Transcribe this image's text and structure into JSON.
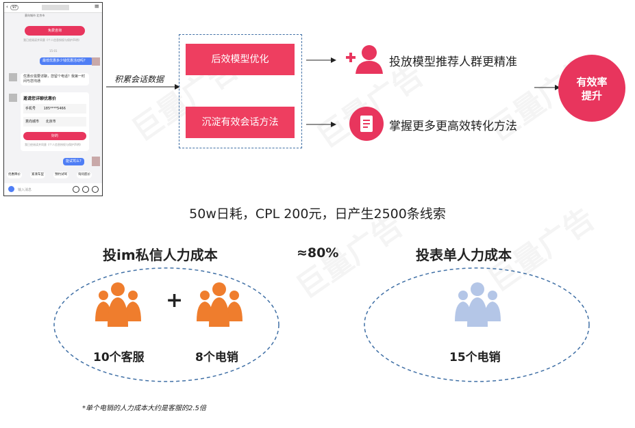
{
  "phone": {
    "back_label": "97",
    "top_text": "意向城市 北京市",
    "btn_top": "免费咨询",
    "note1": "我已经阅读并同意《个人信息授权与保护声明》",
    "time": "15:01",
    "bubble_right": "最低优惠多少钱优惠活动吗?",
    "bubble_left": "优惠价需要详聊，您留个电话？我第一时间与您沟通",
    "form_title": "邀请您详聊优惠价",
    "phone_label": "手机号",
    "phone_value": "185****5466",
    "city_label": "意向城市",
    "city_value": "北京市",
    "btn_submit": "好的",
    "note2": "我已经阅读并同意《个人信息授权与保护声明》",
    "bubble_right2": "能试驾么?",
    "chips": [
      "优惠降价",
      "紧凑车型",
      "预约试驾",
      "询问底价"
    ],
    "input_placeholder": "输入消息"
  },
  "flow": {
    "accumulate_label": "积累会话数据",
    "box1": "后效模型优化",
    "box2": "沉淀有效会话方法",
    "result1": "投放模型推荐人群更精准",
    "result2": "掌握更多更高效转化方法",
    "circle_text": "有效率提升"
  },
  "stats": "50w日耗，CPL 200元，日产生2500条线索",
  "left_title": "投im私信人力成本",
  "approx": "≈80%",
  "right_title": "投表单人力成本",
  "group1_label": "10个客服",
  "group2_label": "8个电销",
  "group3_label": "15个电销",
  "plus": "+",
  "footnote": "*单个电销的人力成本大约是客服的2.5倍",
  "watermark": "巨量广告",
  "colors": {
    "accent": "#ee3e60",
    "orange": "#ef7d2d",
    "blue_people": "#b4c6e7",
    "dash": "#3f6fa5"
  }
}
